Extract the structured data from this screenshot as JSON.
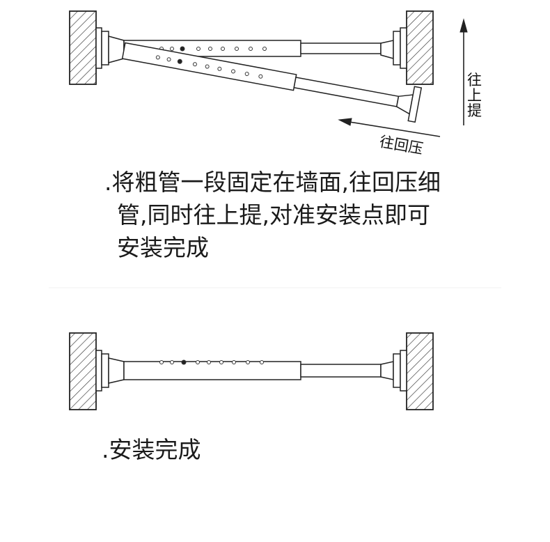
{
  "diagram": {
    "labels": {
      "lift_up": "往上提",
      "press_back": "往回压"
    }
  },
  "steps": [
    {
      "lines": [
        ".将粗管一段固定在墙面,往回压细",
        "管,同时往上提,对准安装点即可",
        "安装完成"
      ]
    },
    {
      "lines": [
        ".安装完成"
      ]
    }
  ],
  "colors": {
    "stroke": "#222222",
    "tube_fill": "#ffffff",
    "wall_fill": "#ffffff",
    "hatch": "#333333"
  }
}
